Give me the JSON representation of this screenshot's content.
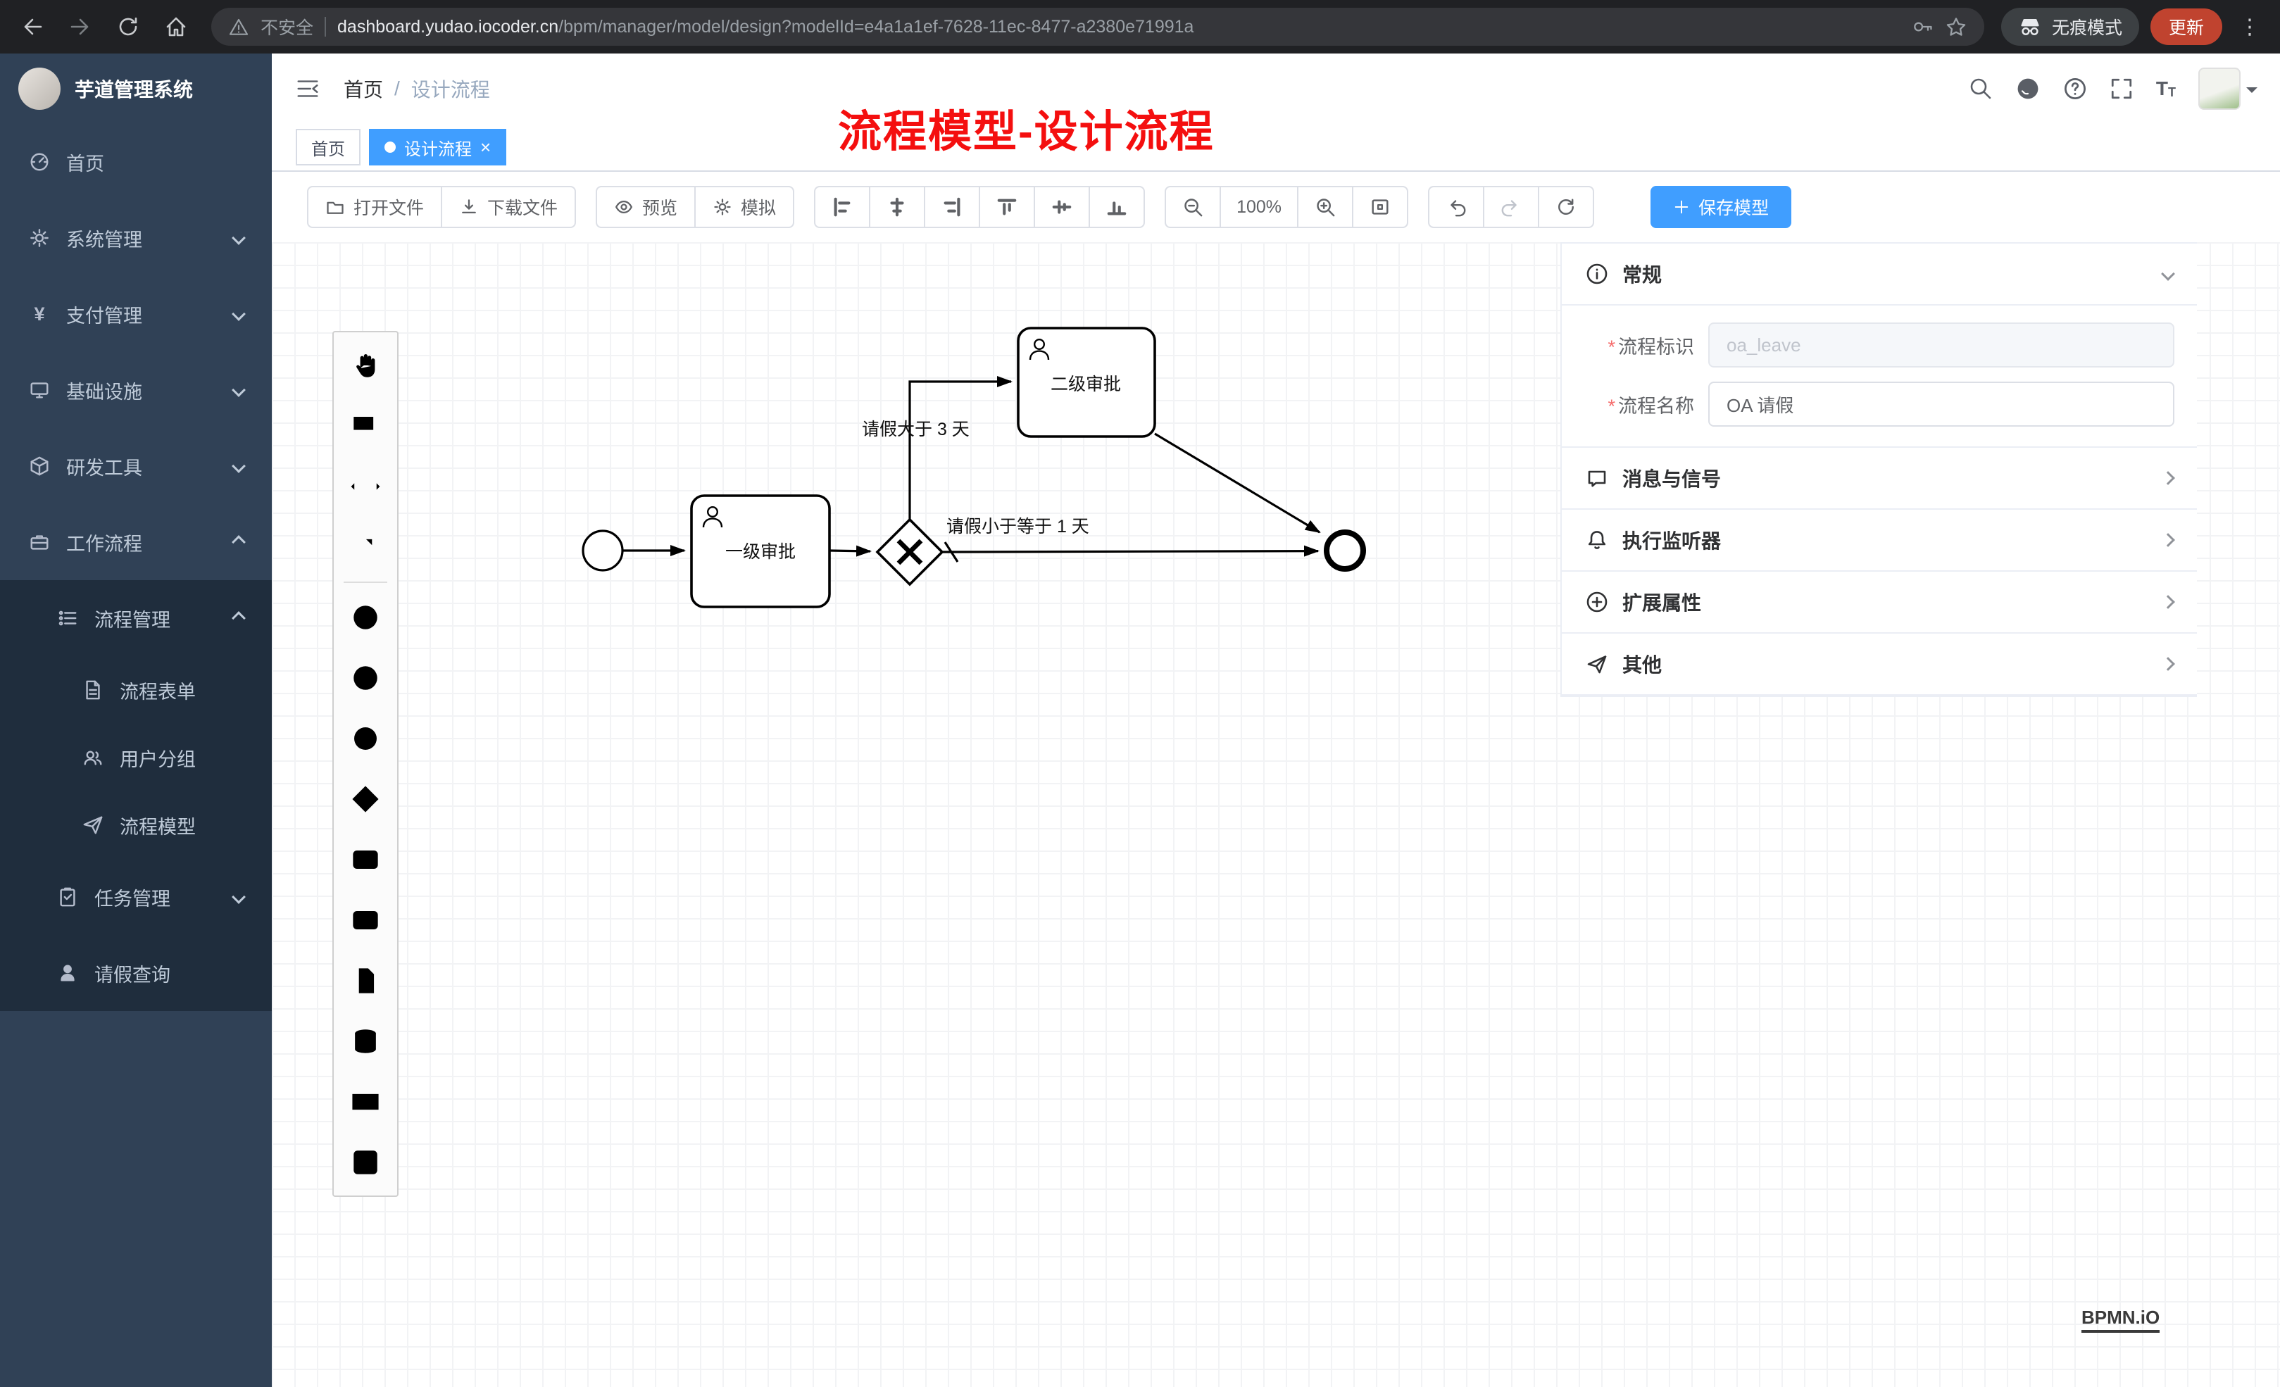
{
  "browser": {
    "security_label": "不安全",
    "url_host": "dashboard.yudao.iocoder.cn",
    "url_path": "/bpm/manager/model/design?modelId=e4a1a1ef-7628-11ec-8477-a2380e71991a",
    "incognito": "无痕模式",
    "update": "更新"
  },
  "sidebar": {
    "title": "芋道管理系统",
    "items": [
      {
        "label": "首页"
      },
      {
        "label": "系统管理"
      },
      {
        "label": "支付管理"
      },
      {
        "label": "基础设施"
      },
      {
        "label": "研发工具"
      },
      {
        "label": "工作流程"
      },
      {
        "label": "流程管理"
      },
      {
        "label": "流程表单"
      },
      {
        "label": "用户分组"
      },
      {
        "label": "流程模型"
      },
      {
        "label": "任务管理"
      },
      {
        "label": "请假查询"
      }
    ]
  },
  "navbar": {
    "breadcrumb_home": "首页",
    "breadcrumb_current": "设计流程"
  },
  "tabs": {
    "home": "首页",
    "current": "设计流程"
  },
  "overlay_title": "流程模型-设计流程",
  "toolbar": {
    "open": "打开文件",
    "download": "下载文件",
    "preview": "预览",
    "simulate": "模拟",
    "zoom": "100%",
    "save": "保存模型"
  },
  "palette_tools": [
    "hand-tool",
    "lasso-tool",
    "space-tool",
    "global-connect-tool",
    "create-start-event",
    "create-intermediate-event",
    "create-end-event",
    "create-exclusive-gateway",
    "create-user-task",
    "create-subprocess",
    "create-data-object",
    "create-data-store",
    "create-participant",
    "create-group"
  ],
  "diagram": {
    "task1": "一级审批",
    "task2": "二级审批",
    "flow_condition_gt": "请假大于 3 天",
    "flow_condition_le": "请假小于等于 1 天"
  },
  "properties": {
    "general": "常规",
    "process_key_label": "流程标识",
    "process_key_value": "oa_leave",
    "process_name_label": "流程名称",
    "process_name_value": "OA 请假",
    "messages": "消息与信号",
    "listeners": "执行监听器",
    "ext_attrs": "扩展属性",
    "other": "其他"
  },
  "watermark": "BPMN.iO",
  "colors": {
    "accent": "#409eff",
    "sidebar_bg": "#304156",
    "submenu_bg": "#1f2d3d",
    "title_red": "#f40f0f",
    "chrome_bg": "#202124"
  }
}
